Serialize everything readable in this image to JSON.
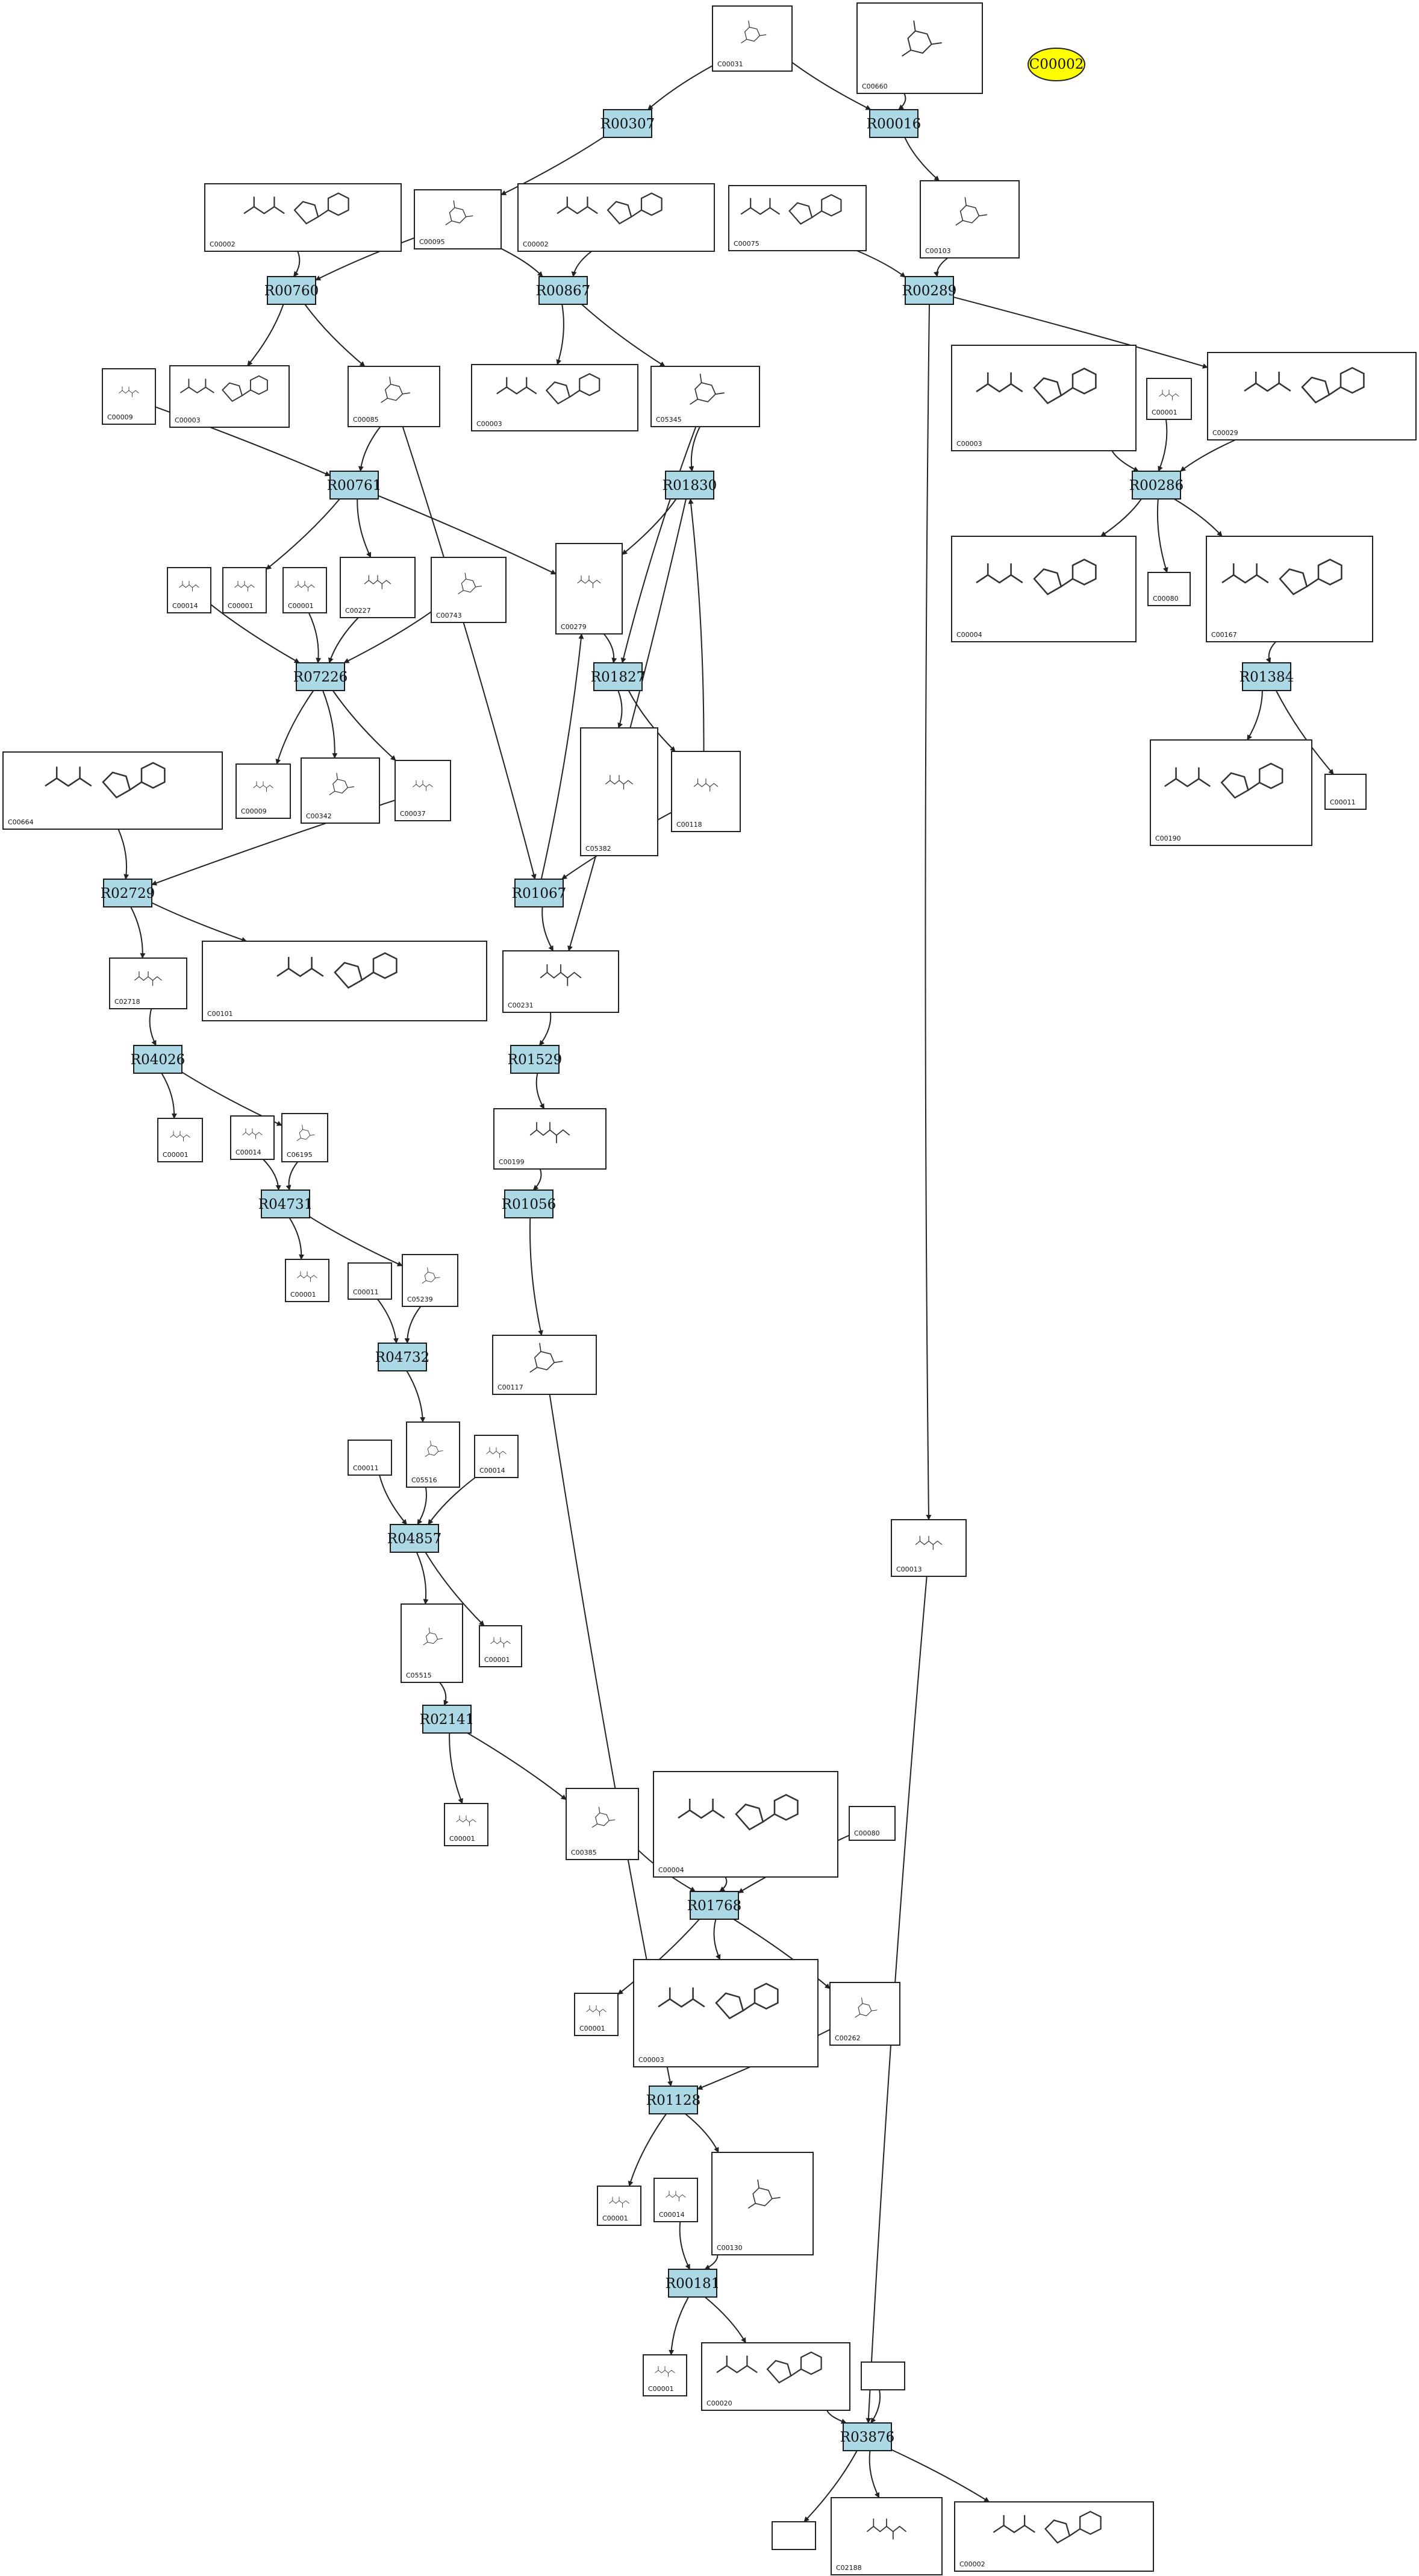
{
  "colors": {
    "reaction_fill": "#add8e6",
    "highlight_fill": "#ffff00",
    "stroke": "#222222",
    "background": "#ffffff"
  },
  "highlight": {
    "label": "C00002"
  },
  "reactions": [
    {
      "id": "R00307",
      "label": "R00307"
    },
    {
      "id": "R00016",
      "label": "R00016"
    },
    {
      "id": "R00760",
      "label": "R00760"
    },
    {
      "id": "R00867",
      "label": "R00867"
    },
    {
      "id": "R00289",
      "label": "R00289"
    },
    {
      "id": "R00761",
      "label": "R00761"
    },
    {
      "id": "R01830",
      "label": "R01830"
    },
    {
      "id": "R00286",
      "label": "R00286"
    },
    {
      "id": "R07226",
      "label": "R07226"
    },
    {
      "id": "R01827",
      "label": "R01827"
    },
    {
      "id": "R01384",
      "label": "R01384"
    },
    {
      "id": "R02729",
      "label": "R02729"
    },
    {
      "id": "R01067",
      "label": "R01067"
    },
    {
      "id": "R04026",
      "label": "R04026"
    },
    {
      "id": "R01529",
      "label": "R01529"
    },
    {
      "id": "R04731",
      "label": "R04731"
    },
    {
      "id": "R01056",
      "label": "R01056"
    },
    {
      "id": "R04732",
      "label": "R04732"
    },
    {
      "id": "R04857",
      "label": "R04857"
    },
    {
      "id": "R02141",
      "label": "R02141"
    },
    {
      "id": "R01768",
      "label": "R01768"
    },
    {
      "id": "R01128",
      "label": "R01128"
    },
    {
      "id": "R00181",
      "label": "R00181"
    },
    {
      "id": "R03876",
      "label": "R03876"
    }
  ],
  "compounds": [
    {
      "id": "n01",
      "label": "C00031"
    },
    {
      "id": "n02",
      "label": "C00660"
    },
    {
      "id": "n03",
      "label": "C00002"
    },
    {
      "id": "n04",
      "label": "C00095"
    },
    {
      "id": "n05",
      "label": "C00002"
    },
    {
      "id": "n06",
      "label": "C00075"
    },
    {
      "id": "n07",
      "label": "C00103"
    },
    {
      "id": "n08",
      "label": "C00009"
    },
    {
      "id": "n09",
      "label": "C00003"
    },
    {
      "id": "n10",
      "label": "C00085"
    },
    {
      "id": "n11",
      "label": "C00003"
    },
    {
      "id": "n12",
      "label": "C05345"
    },
    {
      "id": "n13",
      "label": "C00003"
    },
    {
      "id": "n14",
      "label": "C00001"
    },
    {
      "id": "n15",
      "label": "C00029"
    },
    {
      "id": "n16",
      "label": "C00014"
    },
    {
      "id": "n17",
      "label": "C00001"
    },
    {
      "id": "n18",
      "label": "C00001"
    },
    {
      "id": "n19",
      "label": "C00227"
    },
    {
      "id": "n20",
      "label": "C00743"
    },
    {
      "id": "n21",
      "label": "C00279"
    },
    {
      "id": "n22",
      "label": "C00004"
    },
    {
      "id": "n23",
      "label": "C00080"
    },
    {
      "id": "n24",
      "label": "C00167"
    },
    {
      "id": "n25",
      "label": "C05382"
    },
    {
      "id": "n26",
      "label": "C00118"
    },
    {
      "id": "n27",
      "label": "C00190"
    },
    {
      "id": "n28",
      "label": "C00011"
    },
    {
      "id": "n29",
      "label": "C00664"
    },
    {
      "id": "n30",
      "label": "C00009"
    },
    {
      "id": "n31",
      "label": "C00342"
    },
    {
      "id": "n32",
      "label": "C00037"
    },
    {
      "id": "n33",
      "label": "C02718"
    },
    {
      "id": "n34",
      "label": "C00101"
    },
    {
      "id": "n35",
      "label": "C00231"
    },
    {
      "id": "n36",
      "label": "C00001"
    },
    {
      "id": "n37",
      "label": "C00014"
    },
    {
      "id": "n38",
      "label": "C06195"
    },
    {
      "id": "n39",
      "label": "C00199"
    },
    {
      "id": "n40",
      "label": "C00001"
    },
    {
      "id": "n41",
      "label": "C00011"
    },
    {
      "id": "n42",
      "label": "C05239"
    },
    {
      "id": "n43",
      "label": "C00117"
    },
    {
      "id": "n44",
      "label": "C00011"
    },
    {
      "id": "n45",
      "label": "C05516"
    },
    {
      "id": "n46",
      "label": "C00014"
    },
    {
      "id": "n47",
      "label": "C00013"
    },
    {
      "id": "n48",
      "label": "C05515"
    },
    {
      "id": "n49",
      "label": "C00001"
    },
    {
      "id": "n50",
      "label": "C00001"
    },
    {
      "id": "n51",
      "label": "C00385"
    },
    {
      "id": "n52",
      "label": "C00004"
    },
    {
      "id": "n53",
      "label": "C00080"
    },
    {
      "id": "n54",
      "label": "C00001"
    },
    {
      "id": "n55",
      "label": "C00003"
    },
    {
      "id": "n56",
      "label": "C00262"
    },
    {
      "id": "n57",
      "label": "C00001"
    },
    {
      "id": "n58",
      "label": "C00014"
    },
    {
      "id": "n59",
      "label": "C00130"
    },
    {
      "id": "n60",
      "label": "C00001"
    },
    {
      "id": "n61",
      "label": "C00020"
    },
    {
      "id": "n62",
      "label": ""
    },
    {
      "id": "n63",
      "label": ""
    },
    {
      "id": "n64",
      "label": "C02188"
    },
    {
      "id": "n65",
      "label": "C00002"
    }
  ]
}
